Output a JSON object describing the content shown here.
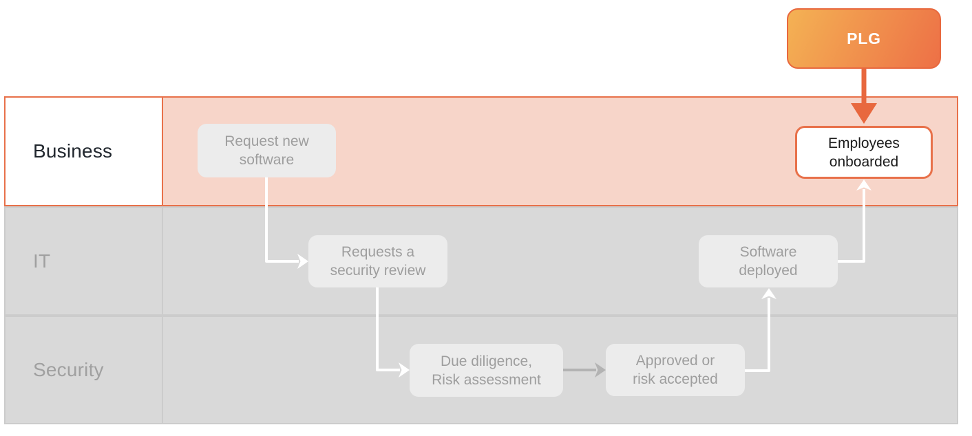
{
  "diagram": {
    "badge": {
      "label": "PLG"
    },
    "lanes": [
      {
        "label": "Business",
        "highlighted": true
      },
      {
        "label": "IT",
        "highlighted": false
      },
      {
        "label": "Security",
        "highlighted": false
      }
    ],
    "nodes": [
      {
        "id": "request-new-software",
        "lane": "Business",
        "label": "Request new\nsoftware",
        "style": "default"
      },
      {
        "id": "requests-a-security-review",
        "lane": "IT",
        "label": "Requests a\nsecurity review",
        "style": "default"
      },
      {
        "id": "due-diligence-risk-assessment",
        "lane": "Security",
        "label": "Due diligence,\nRisk assessment",
        "style": "default"
      },
      {
        "id": "approved-or-risk-accepted",
        "lane": "Security",
        "label": "Approved or\nrisk accepted",
        "style": "default"
      },
      {
        "id": "software-deployed",
        "lane": "IT",
        "label": "Software\ndeployed",
        "style": "default"
      },
      {
        "id": "employees-onboarded",
        "lane": "Business",
        "label": "Employees\nonboarded",
        "style": "highlighted"
      }
    ],
    "connectors": [
      {
        "from": "plg-badge",
        "to": "employees-onboarded",
        "color": "#e8683e"
      },
      {
        "from": "request-new-software",
        "to": "requests-a-security-review",
        "color": "#ffffff"
      },
      {
        "from": "requests-a-security-review",
        "to": "due-diligence-risk-assessment",
        "color": "#ffffff"
      },
      {
        "from": "due-diligence-risk-assessment",
        "to": "approved-or-risk-accepted",
        "color": "#b3b3b3"
      },
      {
        "from": "approved-or-risk-accepted",
        "to": "software-deployed",
        "color": "#ffffff"
      },
      {
        "from": "software-deployed",
        "to": "employees-onboarded",
        "color": "#ffffff"
      }
    ],
    "colors": {
      "accent_orange": "#e8714a",
      "badge_gradient_start": "#f4b254",
      "badge_gradient_end": "#ed7046",
      "highlight_lane_bg": "#f7d5c9",
      "lane_bg": "#d9d9d9",
      "lane_border": "#cccccc",
      "node_bg": "#ececec",
      "node_text": "#9e9e9e",
      "dark_text": "#21272e",
      "connector_white": "#ffffff",
      "connector_gray": "#b3b3b3"
    }
  }
}
